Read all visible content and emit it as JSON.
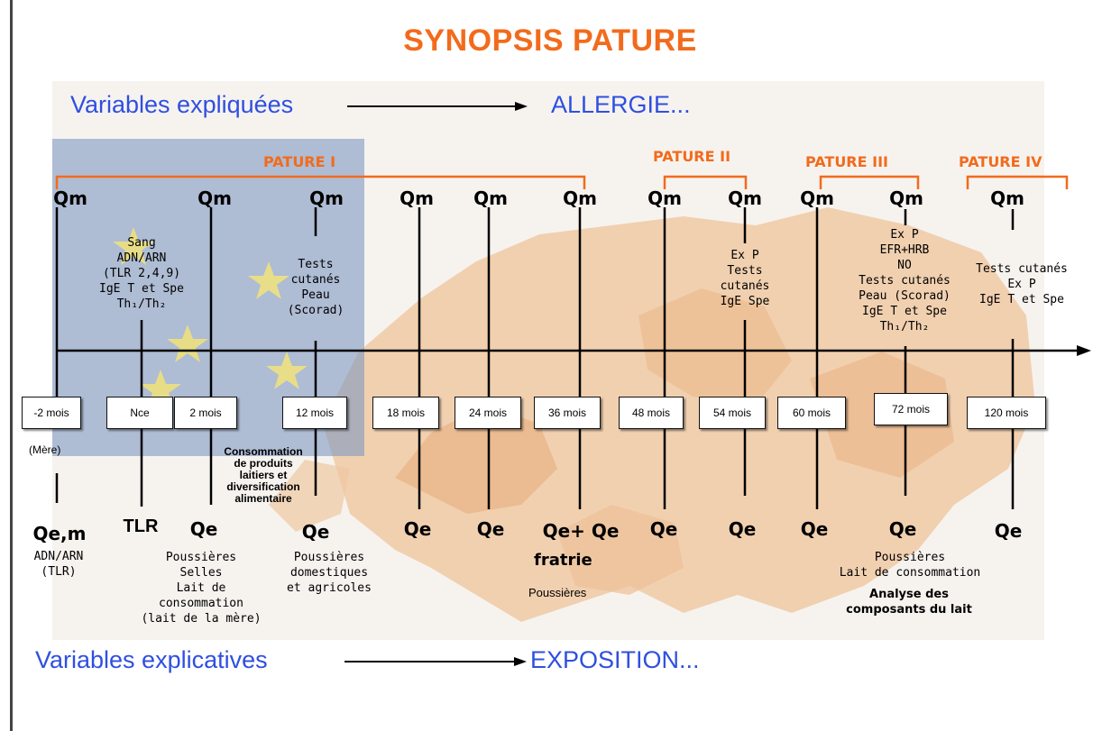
{
  "title": "SYNOPSIS PATURE",
  "top_variables": {
    "label": "Variables expliquées",
    "target": "ALLERGIE..."
  },
  "bottom_variables": {
    "label": "Variables explicatives",
    "target": "EXPOSITION..."
  },
  "phases": [
    "PATURE I",
    "PATURE II",
    "PATURE III",
    "PATURE IV"
  ],
  "qm_label": "Qm",
  "timepoints": [
    {
      "time": "-2 mois",
      "qe": "Qe,m"
    },
    {
      "time": "Nce",
      "qe": "TLR"
    },
    {
      "time": "2 mois",
      "qe": "Qe"
    },
    {
      "time": "12 mois",
      "qe": "Qe"
    },
    {
      "time": "18 mois",
      "qe": "Qe"
    },
    {
      "time": "24 mois",
      "qe": "Qe"
    },
    {
      "time": "36 mois",
      "qe": "Qe+ Qe"
    },
    {
      "time": "48 mois",
      "qe": "Qe"
    },
    {
      "time": "54 mois",
      "qe": "Qe"
    },
    {
      "time": "60 mois",
      "qe": "Qe"
    },
    {
      "time": "72 mois",
      "qe": "Qe"
    },
    {
      "time": "120 mois",
      "qe": "Qe"
    }
  ],
  "mere_label": "(Mère)",
  "exams": {
    "sang": [
      "Sang",
      "ADN/ARN",
      "(TLR 2,4,9)",
      "IgE T et Spe",
      "Th₁/Th₂"
    ],
    "m12": [
      "Tests",
      "cutanés",
      "Peau",
      "(Scorad)"
    ],
    "m54": [
      "Ex P",
      "Tests",
      "cutanés",
      "IgE Spe"
    ],
    "m72": [
      "Ex P",
      "EFR+HRB",
      "NO",
      "Tests cutanés",
      "Peau (Scorad)",
      "IgE T et Spe",
      "Th₁/Th₂"
    ],
    "m120": [
      "Tests cutanés",
      "Ex P",
      "IgE T et Spe"
    ]
  },
  "consommation": [
    "Consommation",
    "de produits",
    "laitiers et",
    "diversification",
    "alimentaire"
  ],
  "exposures": {
    "mere": [
      "ADN/ARN",
      "(TLR)"
    ],
    "m2": [
      "Poussières",
      "Selles",
      "Lait de",
      "consommation",
      "(lait de la mère)"
    ],
    "m12": [
      "Poussières",
      "domestiques",
      "et agricoles"
    ],
    "fratrie": "fratrie",
    "m36": "Poussières",
    "m72": [
      "Poussières",
      "Lait de consommation"
    ],
    "m72_bold": [
      "Analyse des",
      "composants du lait"
    ]
  }
}
